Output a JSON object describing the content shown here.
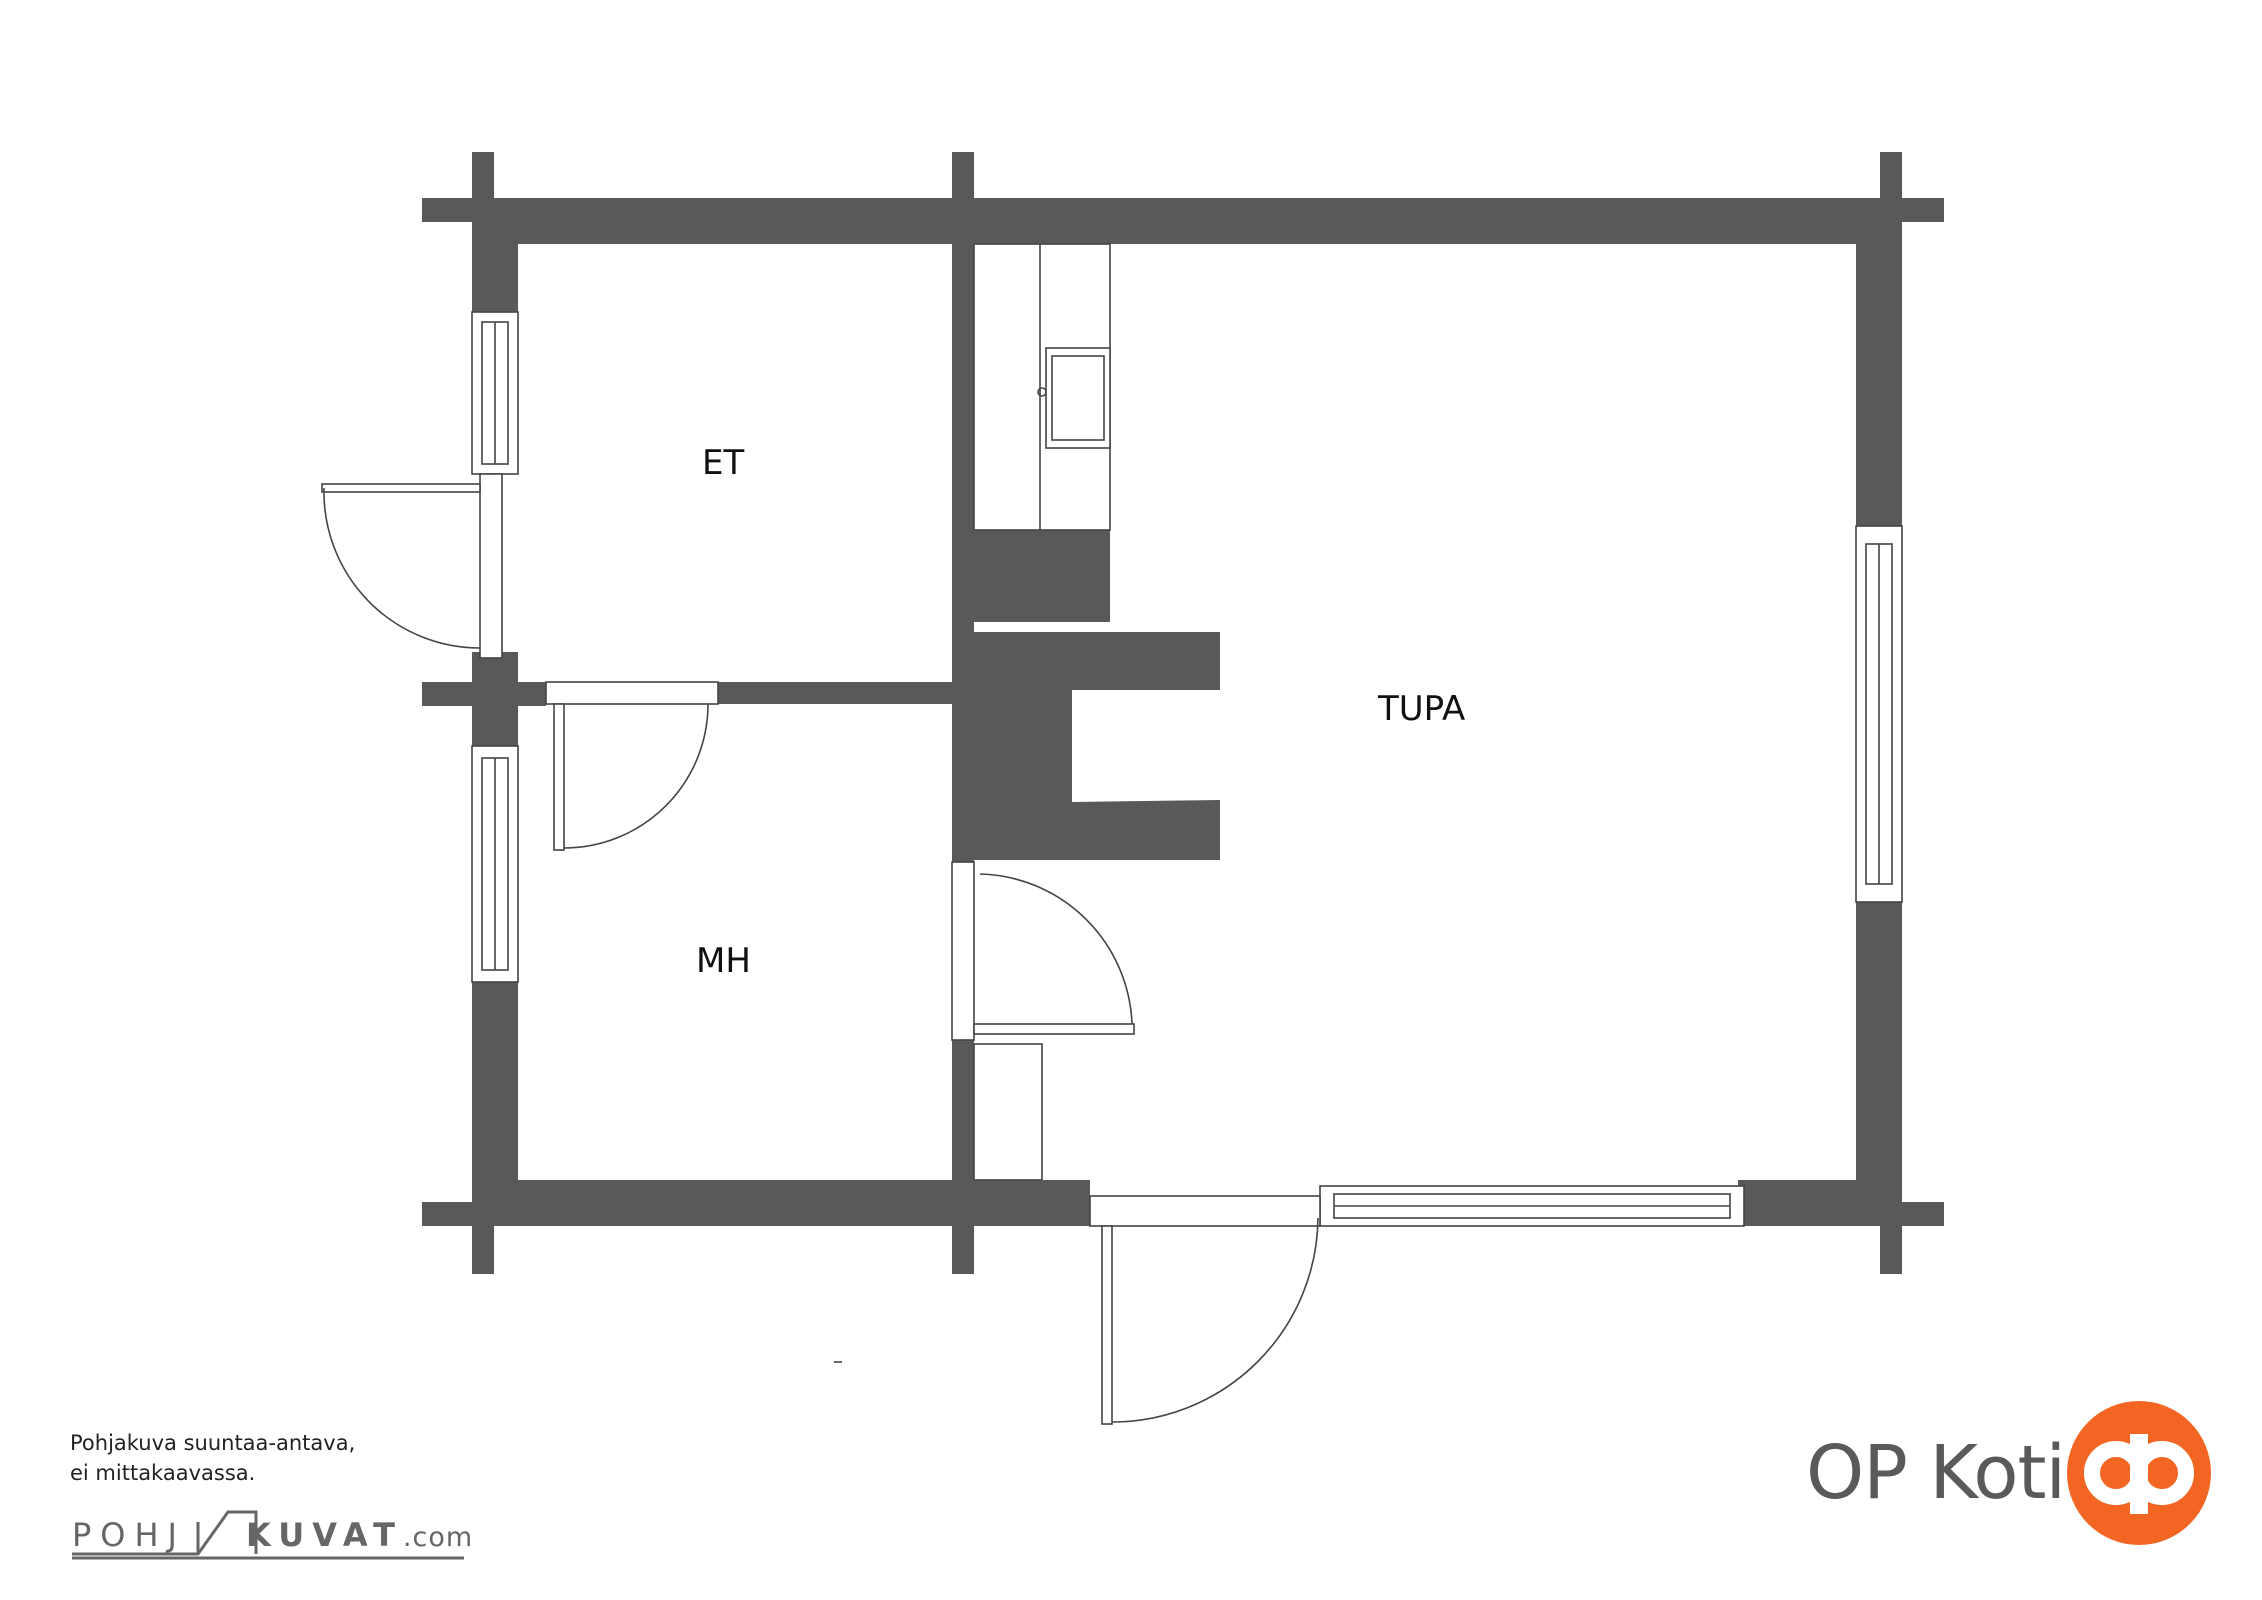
{
  "rooms": {
    "et": "ET",
    "tupa": "TUPA",
    "mh": "MH"
  },
  "footer": {
    "note_line1": "Pohjakuva suuntaa-antava,",
    "note_line2": "ei mittakaavassa.",
    "pohjakuvat_left": "POHJ",
    "pohjakuvat_right": "KUVAT",
    "pohjakuvat_domain": ".com",
    "brand_name": "OP Koti"
  },
  "colors": {
    "wall": "#595959",
    "brand_orange": "#F26522",
    "text_gray": "#5a5a5a"
  }
}
